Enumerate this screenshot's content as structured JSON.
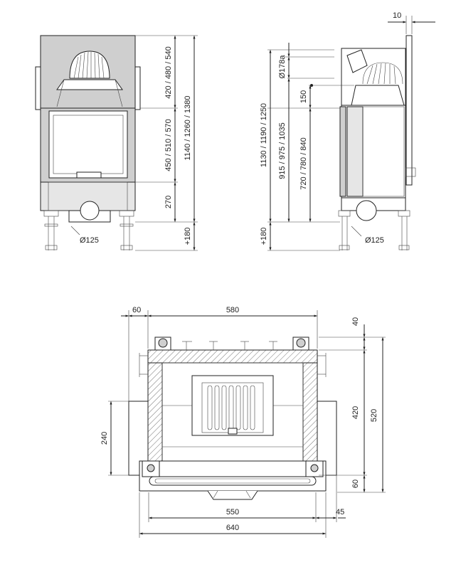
{
  "front_view": {
    "dims": {
      "top_section": "420 / 480 / 540",
      "glass_section": "450 / 510 / 570",
      "bottom_section": "270",
      "total_height": "1140 / 1260 / 1380",
      "legs": "+180"
    },
    "flue_diameter": "Ø125"
  },
  "side_view": {
    "dims": {
      "top_offset": "10",
      "flue_top": "Ø178a",
      "flue_offset": "150",
      "total_height": "1130 / 1190 / 1250",
      "mid_height": "915 / 975 / 1035",
      "low_height": "720 / 780 / 840",
      "legs": "+180"
    },
    "flue_diameter": "Ø125"
  },
  "plan_view": {
    "dims": {
      "left_offset": "60",
      "top_width": "580",
      "top_depth": "40",
      "inner_depth": "420",
      "total_depth": "520",
      "left_depth": "240",
      "front_depth": "60",
      "inner_width": "550",
      "right_offset": "45",
      "total_width": "640"
    }
  },
  "colors": {
    "stroke": "#222222",
    "fill_grey": "#cfcfcf",
    "background": "#ffffff"
  }
}
